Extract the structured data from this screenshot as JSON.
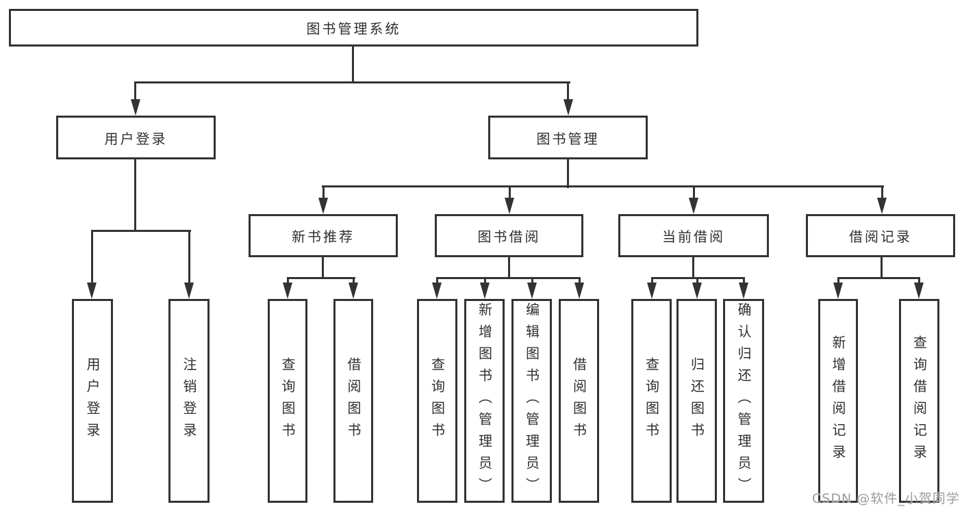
{
  "diagram_title": "图书管理系统",
  "tree": {
    "label": "图书管理系统",
    "children": [
      {
        "label": "用户登录",
        "children": [
          {
            "label": "用户登录"
          },
          {
            "label": "注销登录"
          }
        ]
      },
      {
        "label": "图书管理",
        "children": [
          {
            "label": "新书推荐",
            "children": [
              {
                "label": "查询图书"
              },
              {
                "label": "借阅图书"
              }
            ]
          },
          {
            "label": "图书借阅",
            "children": [
              {
                "label": "查询图书"
              },
              {
                "label": "新增图书（管理员）"
              },
              {
                "label": "编辑图书（管理员）"
              },
              {
                "label": "借阅图书"
              }
            ]
          },
          {
            "label": "当前借阅",
            "children": [
              {
                "label": "查询图书"
              },
              {
                "label": "归还图书"
              },
              {
                "label": "确认归还（管理员）"
              }
            ]
          },
          {
            "label": "借阅记录",
            "children": [
              {
                "label": "新增借阅记录"
              },
              {
                "label": "查询借阅记录"
              }
            ]
          }
        ]
      }
    ]
  },
  "watermark": {
    "text": "CSDN @软件_小贺同学"
  },
  "colors": {
    "line": "#333333",
    "text": "#2f2f2f",
    "watermark": "#9c9c9c",
    "background": "#ffffff"
  }
}
